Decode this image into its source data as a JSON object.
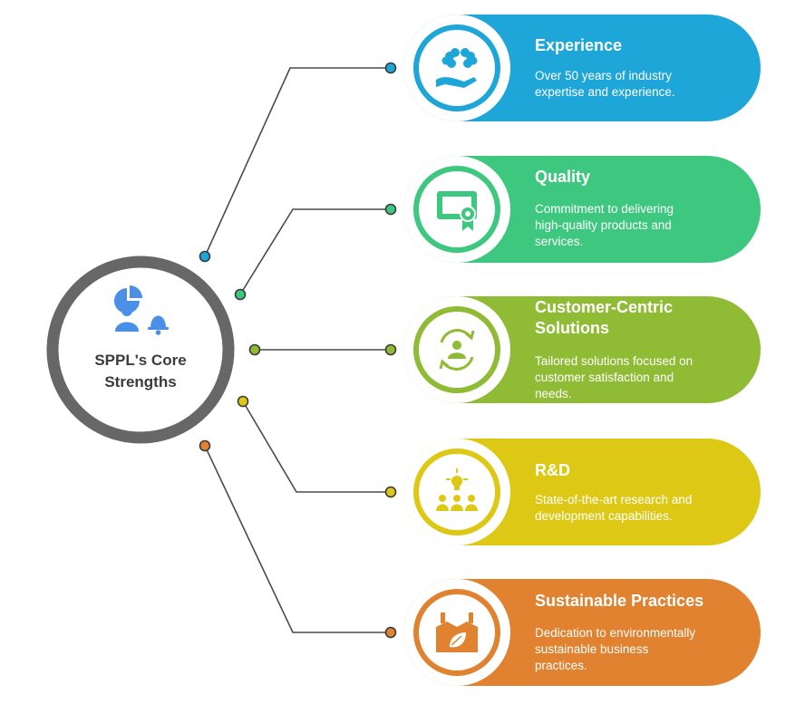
{
  "hub": {
    "title_line1": "SPPL's Core",
    "title_line2": "Strengths",
    "icon": "people-chart-bell-icon",
    "ring_color": "#676767"
  },
  "items": [
    {
      "title": "Experience",
      "desc_lines": [
        "Over 50 years of industry",
        "expertise and experience."
      ],
      "color": "#1fa6d9",
      "icon": "brain-hand-icon"
    },
    {
      "title": "Quality",
      "desc_lines": [
        "Commitment to delivering",
        "high-quality products and",
        "services."
      ],
      "color": "#3ec77f",
      "icon": "certificate-icon"
    },
    {
      "title_lines": [
        "Customer-Centric",
        "Solutions"
      ],
      "desc_lines": [
        "Tailored solutions focused on",
        "customer satisfaction and",
        "needs."
      ],
      "color": "#8fbb35",
      "icon": "customer-cycle-icon"
    },
    {
      "title": "R&D",
      "desc_lines": [
        "State-of-the-art research and",
        "development capabilities."
      ],
      "color": "#ddc915",
      "icon": "lightbulb-team-icon"
    },
    {
      "title": "Sustainable Practices",
      "desc_lines": [
        "Dedication to environmentally",
        "sustainable business",
        "practices."
      ],
      "color": "#e08230",
      "icon": "factory-leaf-icon"
    }
  ]
}
